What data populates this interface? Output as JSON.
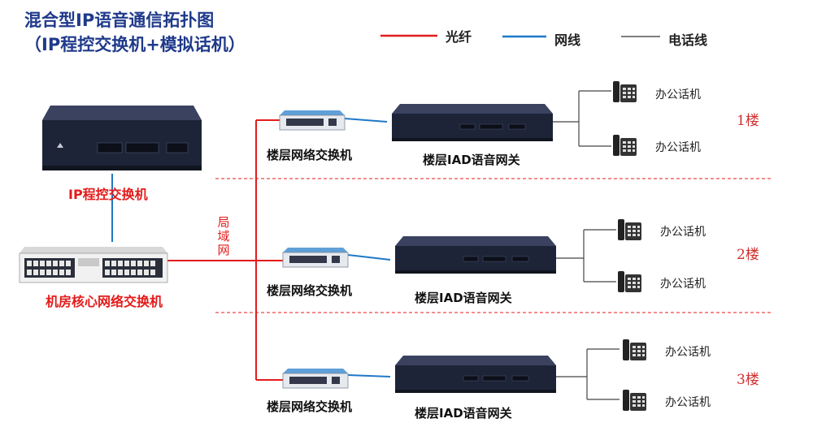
{
  "title": {
    "line1": "混合型IP语音通信拓扑图",
    "line2": "（IP程控交换机+模拟话机）"
  },
  "legend": [
    {
      "label": "光纤",
      "color": "#e41b1b"
    },
    {
      "label": "网线",
      "color": "#1f78c8"
    },
    {
      "label": "电话线",
      "color": "#555555"
    }
  ],
  "devices": {
    "pbx_label": "IP程控交换机",
    "core_switch_label": "机房核心网络交换机",
    "lan_label": "局域网"
  },
  "floors": [
    {
      "floor": "1楼",
      "switch_label": "楼层网络交换机",
      "gateway_label": "楼层IAD语音网关",
      "phones": [
        "办公话机",
        "办公话机"
      ]
    },
    {
      "floor": "2楼",
      "switch_label": "楼层网络交换机",
      "gateway_label": "楼层IAD语音网关",
      "phones": [
        "办公话机",
        "办公话机"
      ]
    },
    {
      "floor": "3楼",
      "switch_label": "楼层网络交换机",
      "gateway_label": "楼层IAD语音网关",
      "phones": [
        "办公话机",
        "办公话机"
      ]
    }
  ],
  "colors": {
    "fiber": "#e41b1b",
    "cable": "#1f78c8",
    "phone_line": "#555555",
    "device_body": "#1e2438"
  }
}
